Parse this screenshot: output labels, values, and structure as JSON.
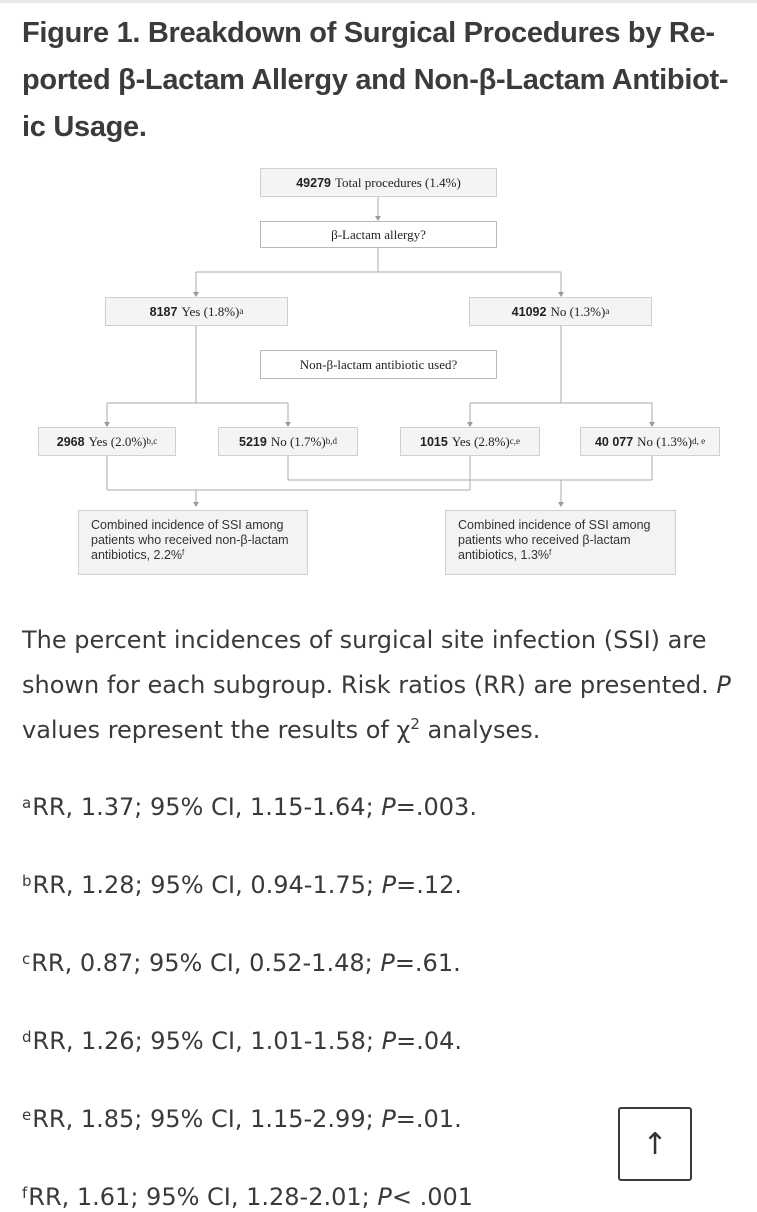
{
  "figure": {
    "title_lines": [
      "Figure 1.  Breakdown of Surgical Procedures by Re-",
      "ported β-Lactam Allergy and Non-β-Lactam Antibiot-",
      "ic Usage."
    ]
  },
  "flowchart": {
    "total": {
      "count": "49279",
      "label": "Total procedures (1.4%)"
    },
    "question1": "β-Lactam allergy?",
    "allergy_yes": {
      "count": "8187",
      "label": "Yes (1.8%)",
      "sup": "a"
    },
    "allergy_no": {
      "count": "41092",
      "label": "No (1.3%)",
      "sup": "a"
    },
    "question2": "Non-β-lactam antibiotic used?",
    "leaf1": {
      "count": "2968",
      "label": "Yes (2.0%)",
      "sup": "b,c"
    },
    "leaf2": {
      "count": "5219",
      "label": "No (1.7%)",
      "sup": "b,d"
    },
    "leaf3": {
      "count": "1015",
      "label": "Yes (2.8%)",
      "sup": "c,e"
    },
    "leaf4": {
      "count": "40 077",
      "label": "No (1.3%)",
      "sup": "d, e"
    },
    "combined_non_beta": {
      "text": "Combined incidence of SSI among patients who received non-β-lactam antibiotics, 2.2%",
      "sup": "f"
    },
    "combined_beta": {
      "text": "Combined incidence of SSI among patients who received β-lactam antibiotics, 1.3%",
      "sup": "f"
    }
  },
  "caption": {
    "part1": "The percent incidences of surgical site infection (SSI) are shown for each subgroup. Risk ratios (RR) are presented. ",
    "p_italic": "P",
    "part2": " values represent the results of χ",
    "sup": "2",
    "part3": " analyses."
  },
  "footnotes": [
    {
      "mark": "a",
      "pre": "RR, 1.37; 95% CI, 1.15-1.64; ",
      "p": "P",
      "post": "=.003."
    },
    {
      "mark": "b",
      "pre": "RR, 1.28; 95% CI, 0.94-1.75; ",
      "p": "P",
      "post": "=.12."
    },
    {
      "mark": "c",
      "pre": "RR, 0.87; 95% CI, 0.52-1.48; ",
      "p": "P",
      "post": "=.61."
    },
    {
      "mark": "d",
      "pre": "RR, 1.26; 95% CI, 1.01-1.58; ",
      "p": "P",
      "post": "=.04."
    },
    {
      "mark": "e",
      "pre": "RR, 1.85; 95% CI, 1.15-2.99; ",
      "p": "P",
      "post": "=.01."
    },
    {
      "mark": "f",
      "pre": "RR, 1.61; 95% CI, 1.28-2.01; ",
      "p": "P",
      "post": "< .001"
    }
  ],
  "scroll_top": {
    "icon": "arrow-up-icon",
    "glyph": "↑"
  }
}
